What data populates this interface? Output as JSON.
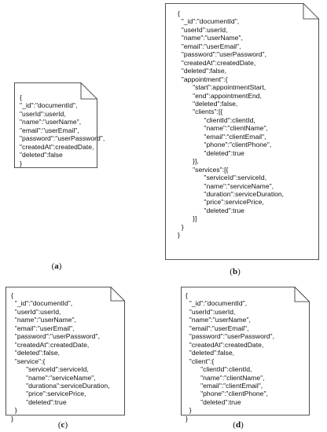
{
  "panels": {
    "a": {
      "label": "a",
      "lines": [
        "{",
        "\"_id\":\"documentId\",",
        "\"userId\":userId,",
        "\"name\":\"userName\",",
        "\"email\":\"userEmail\",",
        "\"password\":\"userPassword\",",
        "\"createdAt\":createdDate,",
        "\"deleted\":false",
        "}"
      ]
    },
    "b": {
      "label": "b",
      "lines": [
        "{",
        "  \"_id\":\"documentId\",",
        "  \"userId\":userId,",
        "  \"name\":\"userName\",",
        "  \"email\":\"userEmail\",",
        "  \"password\":\"userPassword\",",
        "  \"createdAt\":createdDate,",
        "  \"deleted\":false,",
        "  \"appointment\":{",
        "        \"start\":appointmentStart,",
        "        \"end\":appointmentEnd,",
        "        \"deleted\":false,",
        "        \"clients\":[{",
        "              \"clientId\":clientId,",
        "              \"name\":\"clientName\",",
        "              \"email\":\"clientEmail\",",
        "              \"phone\":\"clientPhone\",",
        "              \"deleted\":true",
        "        }],",
        "        \"services\":[{",
        "              \"serviceId\":serviceId,",
        "              \"name\":\"serviceName\",",
        "              \"duration\":serviceDuration,",
        "              \"price\":servicePrice,",
        "              \"deleted\":true",
        "        }]",
        "  }",
        "}"
      ]
    },
    "c": {
      "label": "c",
      "lines": [
        "{",
        "  \"_id\":\"documentId\",",
        "  \"userId\":userId,",
        "  \"name\":\"userName\",",
        "  \"email\":\"userEmail\",",
        "  \"password\":\"userPassword\",",
        "  \"createdAt\":createdDate,",
        "  \"deleted\":false,",
        "  \"service\":{",
        "        \"serviceId\":serviceId,",
        "        \"name\":\"serviceName\",",
        "        \"durationa\":serviceDuration,",
        "        \"price\":servicePrice,",
        "        \"deleted\":true",
        "  }",
        "}"
      ]
    },
    "d": {
      "label": "d",
      "lines": [
        "{",
        "  \"_id\":\"documentId\",",
        "  \"userId\":userId,",
        "  \"name\":\"userName\",",
        "  \"email\":\"userEmail\",",
        "  \"password\":\"userPassword\",",
        "  \"createdAt\":createdDate,",
        "  \"deleted\":false,",
        "  \"client\":{",
        "        \"clientId\":clientId,",
        "        \"name\":\"clientName\",",
        "        \"email\":\"clientEmail\",",
        "        \"phone\":\"clientPhone\",",
        "        \"deleted\":true",
        "  }",
        "}"
      ]
    }
  }
}
